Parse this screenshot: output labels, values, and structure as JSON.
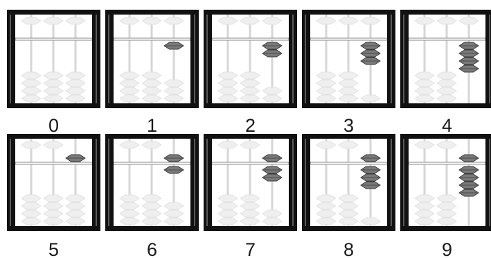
{
  "title": "",
  "colors": {
    "frame": "#111111",
    "frame_highlight": "#5a5a5a",
    "background": "#ffffff",
    "inactive_bead": "#efefef",
    "inactive_bead_edge": "#e2e2e2",
    "active_bead": "#7a7a7a",
    "active_bead_edge": "#3a3a3a",
    "beam": "#8a8a8a",
    "rod": "#d6d6d6",
    "label": "#1a1a1a"
  },
  "abacus_layout": {
    "rods": 3,
    "heaven_beads_per_rod": 1,
    "earth_beads_per_rod": 4,
    "value_rod": "right"
  },
  "digits": [
    {
      "label": "0",
      "value": 0
    },
    {
      "label": "1",
      "value": 1
    },
    {
      "label": "2",
      "value": 2
    },
    {
      "label": "3",
      "value": 3
    },
    {
      "label": "4",
      "value": 4
    },
    {
      "label": "5",
      "value": 5
    },
    {
      "label": "6",
      "value": 6
    },
    {
      "label": "7",
      "value": 7
    },
    {
      "label": "8",
      "value": 8
    },
    {
      "label": "9",
      "value": 9
    }
  ]
}
